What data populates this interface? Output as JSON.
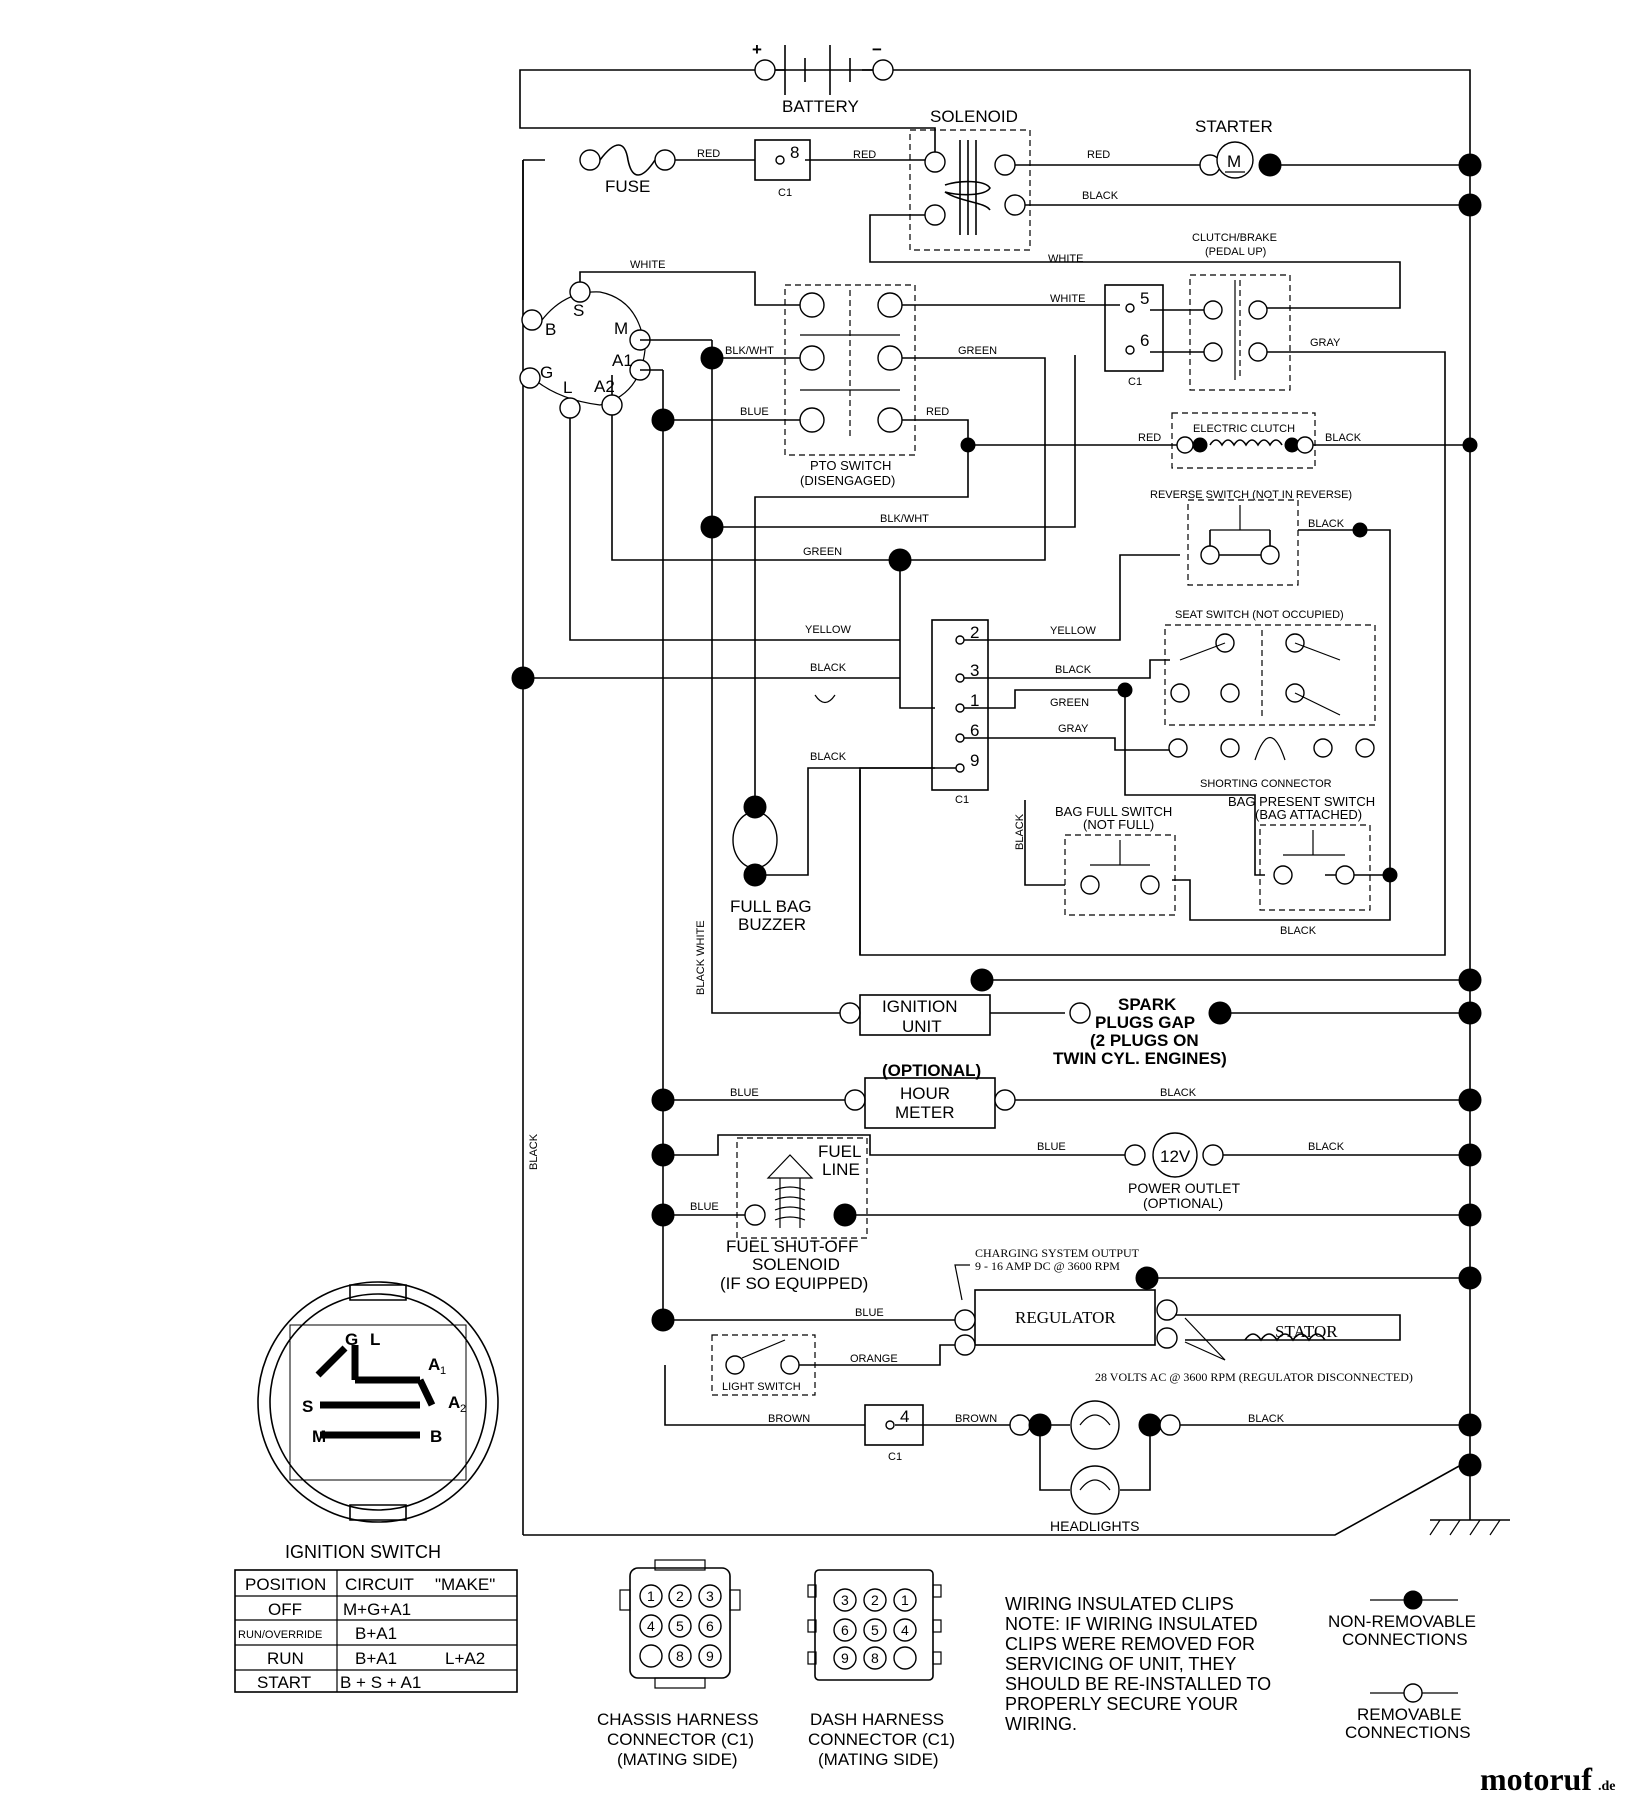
{
  "components": {
    "battery": "BATTERY",
    "battery_plus": "+",
    "battery_minus": "−",
    "solenoid": "SOLENOID",
    "starter": "STARTER",
    "starter_m": "M",
    "fuse": "FUSE",
    "clutch_brake_1": "CLUTCH/BRAKE",
    "clutch_brake_2": "(PEDAL UP)",
    "pto_switch_1": "PTO SWITCH",
    "pto_switch_2": "(DISENGAGED)",
    "electric_clutch": "ELECTRIC CLUTCH",
    "reverse_switch": "REVERSE SWITCH (NOT IN REVERSE)",
    "seat_switch": "SEAT SWITCH (NOT OCCUPIED)",
    "shorting_connector": "SHORTING CONNECTOR",
    "bag_full_switch_1": "BAG FULL SWITCH",
    "bag_full_switch_2": "(NOT FULL)",
    "bag_present_switch_1": "BAG PRESENT SWITCH",
    "bag_present_switch_2": "(BAG ATTACHED)",
    "full_bag_buzzer_1": "FULL BAG",
    "full_bag_buzzer_2": "BUZZER",
    "ignition_unit_1": "IGNITION",
    "ignition_unit_2": "UNIT",
    "spark_plugs_1": "SPARK",
    "spark_plugs_2": "PLUGS GAP",
    "spark_plugs_3": "(2 PLUGS ON",
    "spark_plugs_4": "TWIN CYL. ENGINES)",
    "optional": "(OPTIONAL)",
    "hour_meter_1": "HOUR",
    "hour_meter_2": "METER",
    "fuel_line_1": "FUEL",
    "fuel_line_2": "LINE",
    "power_outlet_12v": "12V",
    "power_outlet_1": "POWER OUTLET",
    "power_outlet_2": "(OPTIONAL)",
    "fuel_solenoid_1": "FUEL SHUT-OFF",
    "fuel_solenoid_2": "SOLENOID",
    "fuel_solenoid_3": "(IF SO EQUIPPED)",
    "charging_1": "CHARGING SYSTEM OUTPUT",
    "charging_2": "9 - 16 AMP DC @ 3600 RPM",
    "regulator": "REGULATOR",
    "stator": "STATOR",
    "volts_ac": "28 VOLTS AC @ 3600 RPM (REGULATOR DISCONNECTED)",
    "light_switch": "LIGHT SWITCH",
    "headlights": "HEADLIGHTS",
    "c1": "C1"
  },
  "terminals": {
    "ign_b": "B",
    "ign_s": "S",
    "ign_m": "M",
    "ign_g": "G",
    "ign_l": "L",
    "ign_a1": "A1",
    "ign_a2": "A2",
    "fuse_c1": "8",
    "clutch_c1_top": "5",
    "clutch_c1_bot": "6",
    "mid_2": "2",
    "mid_3": "3",
    "mid_1": "1",
    "mid_6": "6",
    "mid_9": "9",
    "brown_c1": "4"
  },
  "wires": {
    "red": "RED",
    "black": "BLACK",
    "white": "WHITE",
    "blkwht": "BLK/WHT",
    "blue": "BLUE",
    "green": "GREEN",
    "gray": "GRAY",
    "yellow": "YELLOW",
    "orange": "ORANGE",
    "brown": "BROWN",
    "black_white": "BLACK WHITE"
  },
  "ignition_switch": {
    "title": "IGNITION SWITCH",
    "face": {
      "g": "G",
      "l": "L",
      "a1": "A",
      "a1_sub": "1",
      "s": "S",
      "a2": "A",
      "a2_sub": "2",
      "m": "M",
      "b": "B"
    },
    "headers": [
      "POSITION",
      "CIRCUIT",
      "\"MAKE\""
    ],
    "rows": [
      {
        "position": "OFF",
        "circuit": "M+G+A1",
        "make": ""
      },
      {
        "position": "RUN/OVERRIDE",
        "circuit": "B+A1",
        "make": ""
      },
      {
        "position": "RUN",
        "circuit": "B+A1",
        "make": "L+A2"
      },
      {
        "position": "START",
        "circuit": "B + S + A1",
        "make": ""
      }
    ]
  },
  "chassis_connector": {
    "pins": [
      "1",
      "2",
      "3",
      "4",
      "5",
      "6",
      "8",
      "9"
    ],
    "label_1": "CHASSIS HARNESS",
    "label_2": "CONNECTOR (C1)",
    "label_3": "(MATING SIDE)"
  },
  "dash_connector": {
    "pins": [
      "3",
      "2",
      "1",
      "6",
      "5",
      "4",
      "9",
      "8"
    ],
    "label_1": "DASH HARNESS",
    "label_2": "CONNECTOR (C1)",
    "label_3": "(MATING SIDE)"
  },
  "note": [
    "WIRING INSULATED CLIPS",
    "NOTE: IF WIRING INSULATED",
    "CLIPS WERE REMOVED FOR",
    "SERVICING OF UNIT, THEY",
    "SHOULD BE RE-INSTALLED TO",
    "PROPERLY SECURE YOUR",
    "WIRING."
  ],
  "legend": {
    "non_removable_1": "NON-REMOVABLE",
    "non_removable_2": "CONNECTIONS",
    "removable_1": "REMOVABLE",
    "removable_2": "CONNECTIONS"
  },
  "watermark": {
    "text": "motoruf",
    "suffix": ".de",
    "color": "#1b2a6b"
  }
}
